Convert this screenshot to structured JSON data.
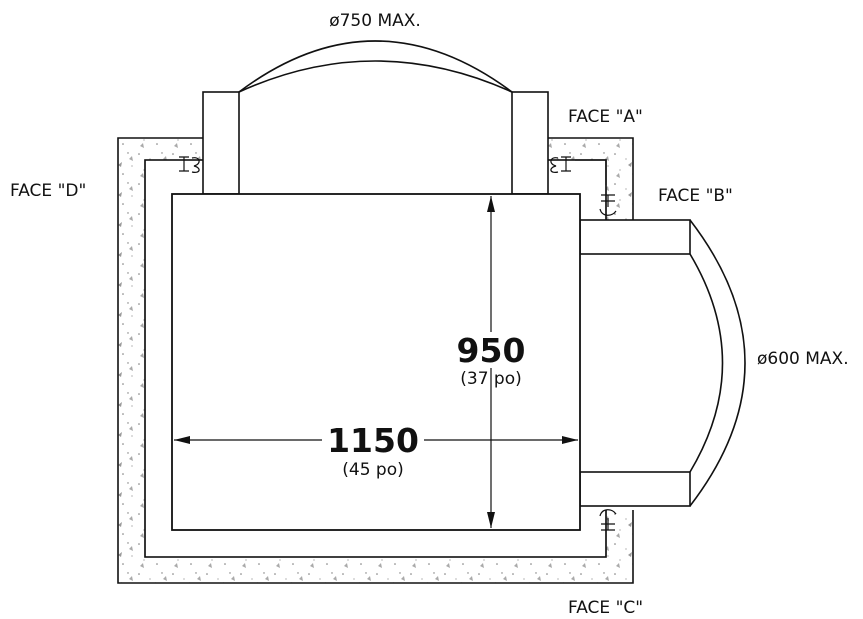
{
  "labels": {
    "top_diameter": "ø750 MAX.",
    "right_diameter": "ø600 MAX.",
    "face_a": "FACE \"A\"",
    "face_b": "FACE \"B\"",
    "face_c": "FACE \"C\"",
    "face_d": "FACE \"D\""
  },
  "dimensions": {
    "height_value": "950",
    "height_imperial": "(37 po)",
    "width_value": "1150",
    "width_imperial": "(45 po)"
  }
}
